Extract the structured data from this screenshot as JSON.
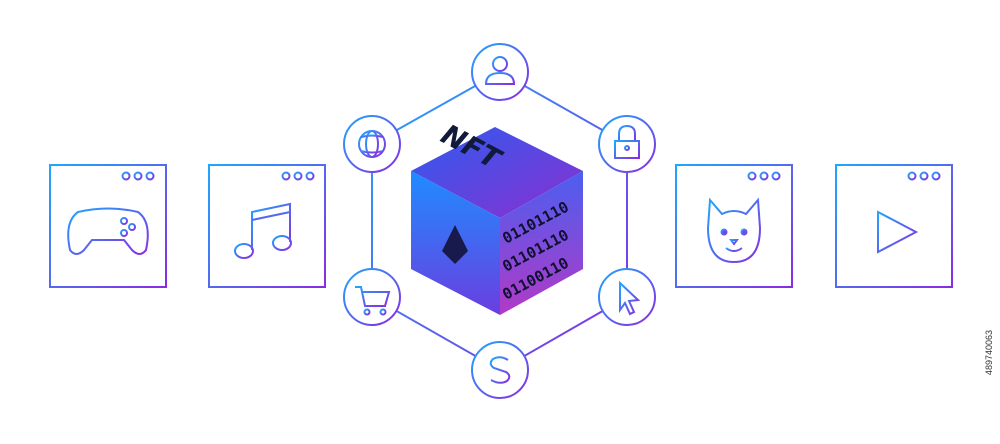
{
  "cube": {
    "title": "NFT",
    "binary_lines": [
      "01101110",
      "01101110",
      "01100110"
    ],
    "symbol_icon": "ethereum-icon"
  },
  "ring_icons": [
    "user-icon",
    "lock-icon",
    "cursor-icon",
    "dollar-icon",
    "cart-icon",
    "globe-icon"
  ],
  "left_windows": [
    {
      "icon": "gamepad-icon"
    },
    {
      "icon": "music-note-icon"
    }
  ],
  "right_windows": [
    {
      "icon": "cat-face-icon"
    },
    {
      "icon": "play-icon"
    }
  ],
  "watermark_id": "489740063",
  "colors": {
    "gradient_start": "#1ea7ff",
    "gradient_end": "#8a2be2",
    "cube_top": "#3b3fd8",
    "cube_left": "#2f6bff",
    "cube_right": "#9a2fc8"
  }
}
